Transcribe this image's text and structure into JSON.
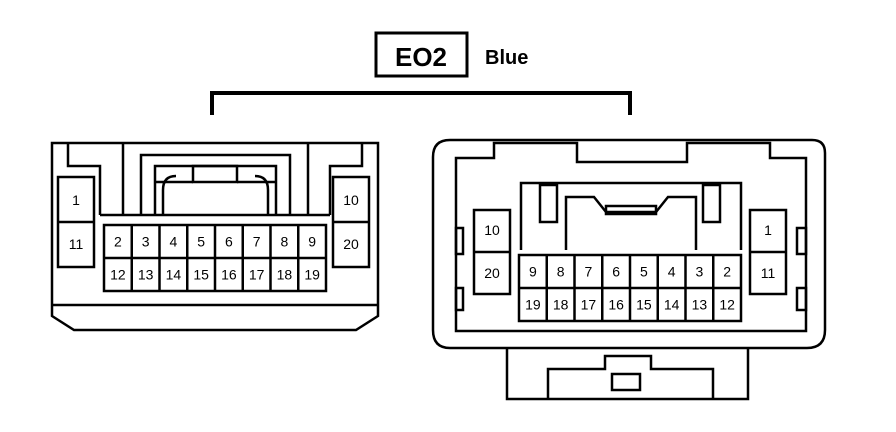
{
  "connector": {
    "code": "EO2",
    "color": "Blue"
  },
  "left_view": {
    "side_pins": {
      "left_top": "1",
      "left_bottom": "11",
      "right_top": "10",
      "right_bottom": "20"
    },
    "center_top_row": [
      "2",
      "3",
      "4",
      "5",
      "6",
      "7",
      "8",
      "9"
    ],
    "center_bottom_row": [
      "12",
      "13",
      "14",
      "15",
      "16",
      "17",
      "18",
      "19"
    ]
  },
  "right_view": {
    "side_pins": {
      "left_top": "10",
      "left_bottom": "20",
      "right_top": "1",
      "right_bottom": "11"
    },
    "center_top_row": [
      "9",
      "8",
      "7",
      "6",
      "5",
      "4",
      "3",
      "2"
    ],
    "center_bottom_row": [
      "19",
      "18",
      "17",
      "16",
      "15",
      "14",
      "13",
      "12"
    ]
  }
}
